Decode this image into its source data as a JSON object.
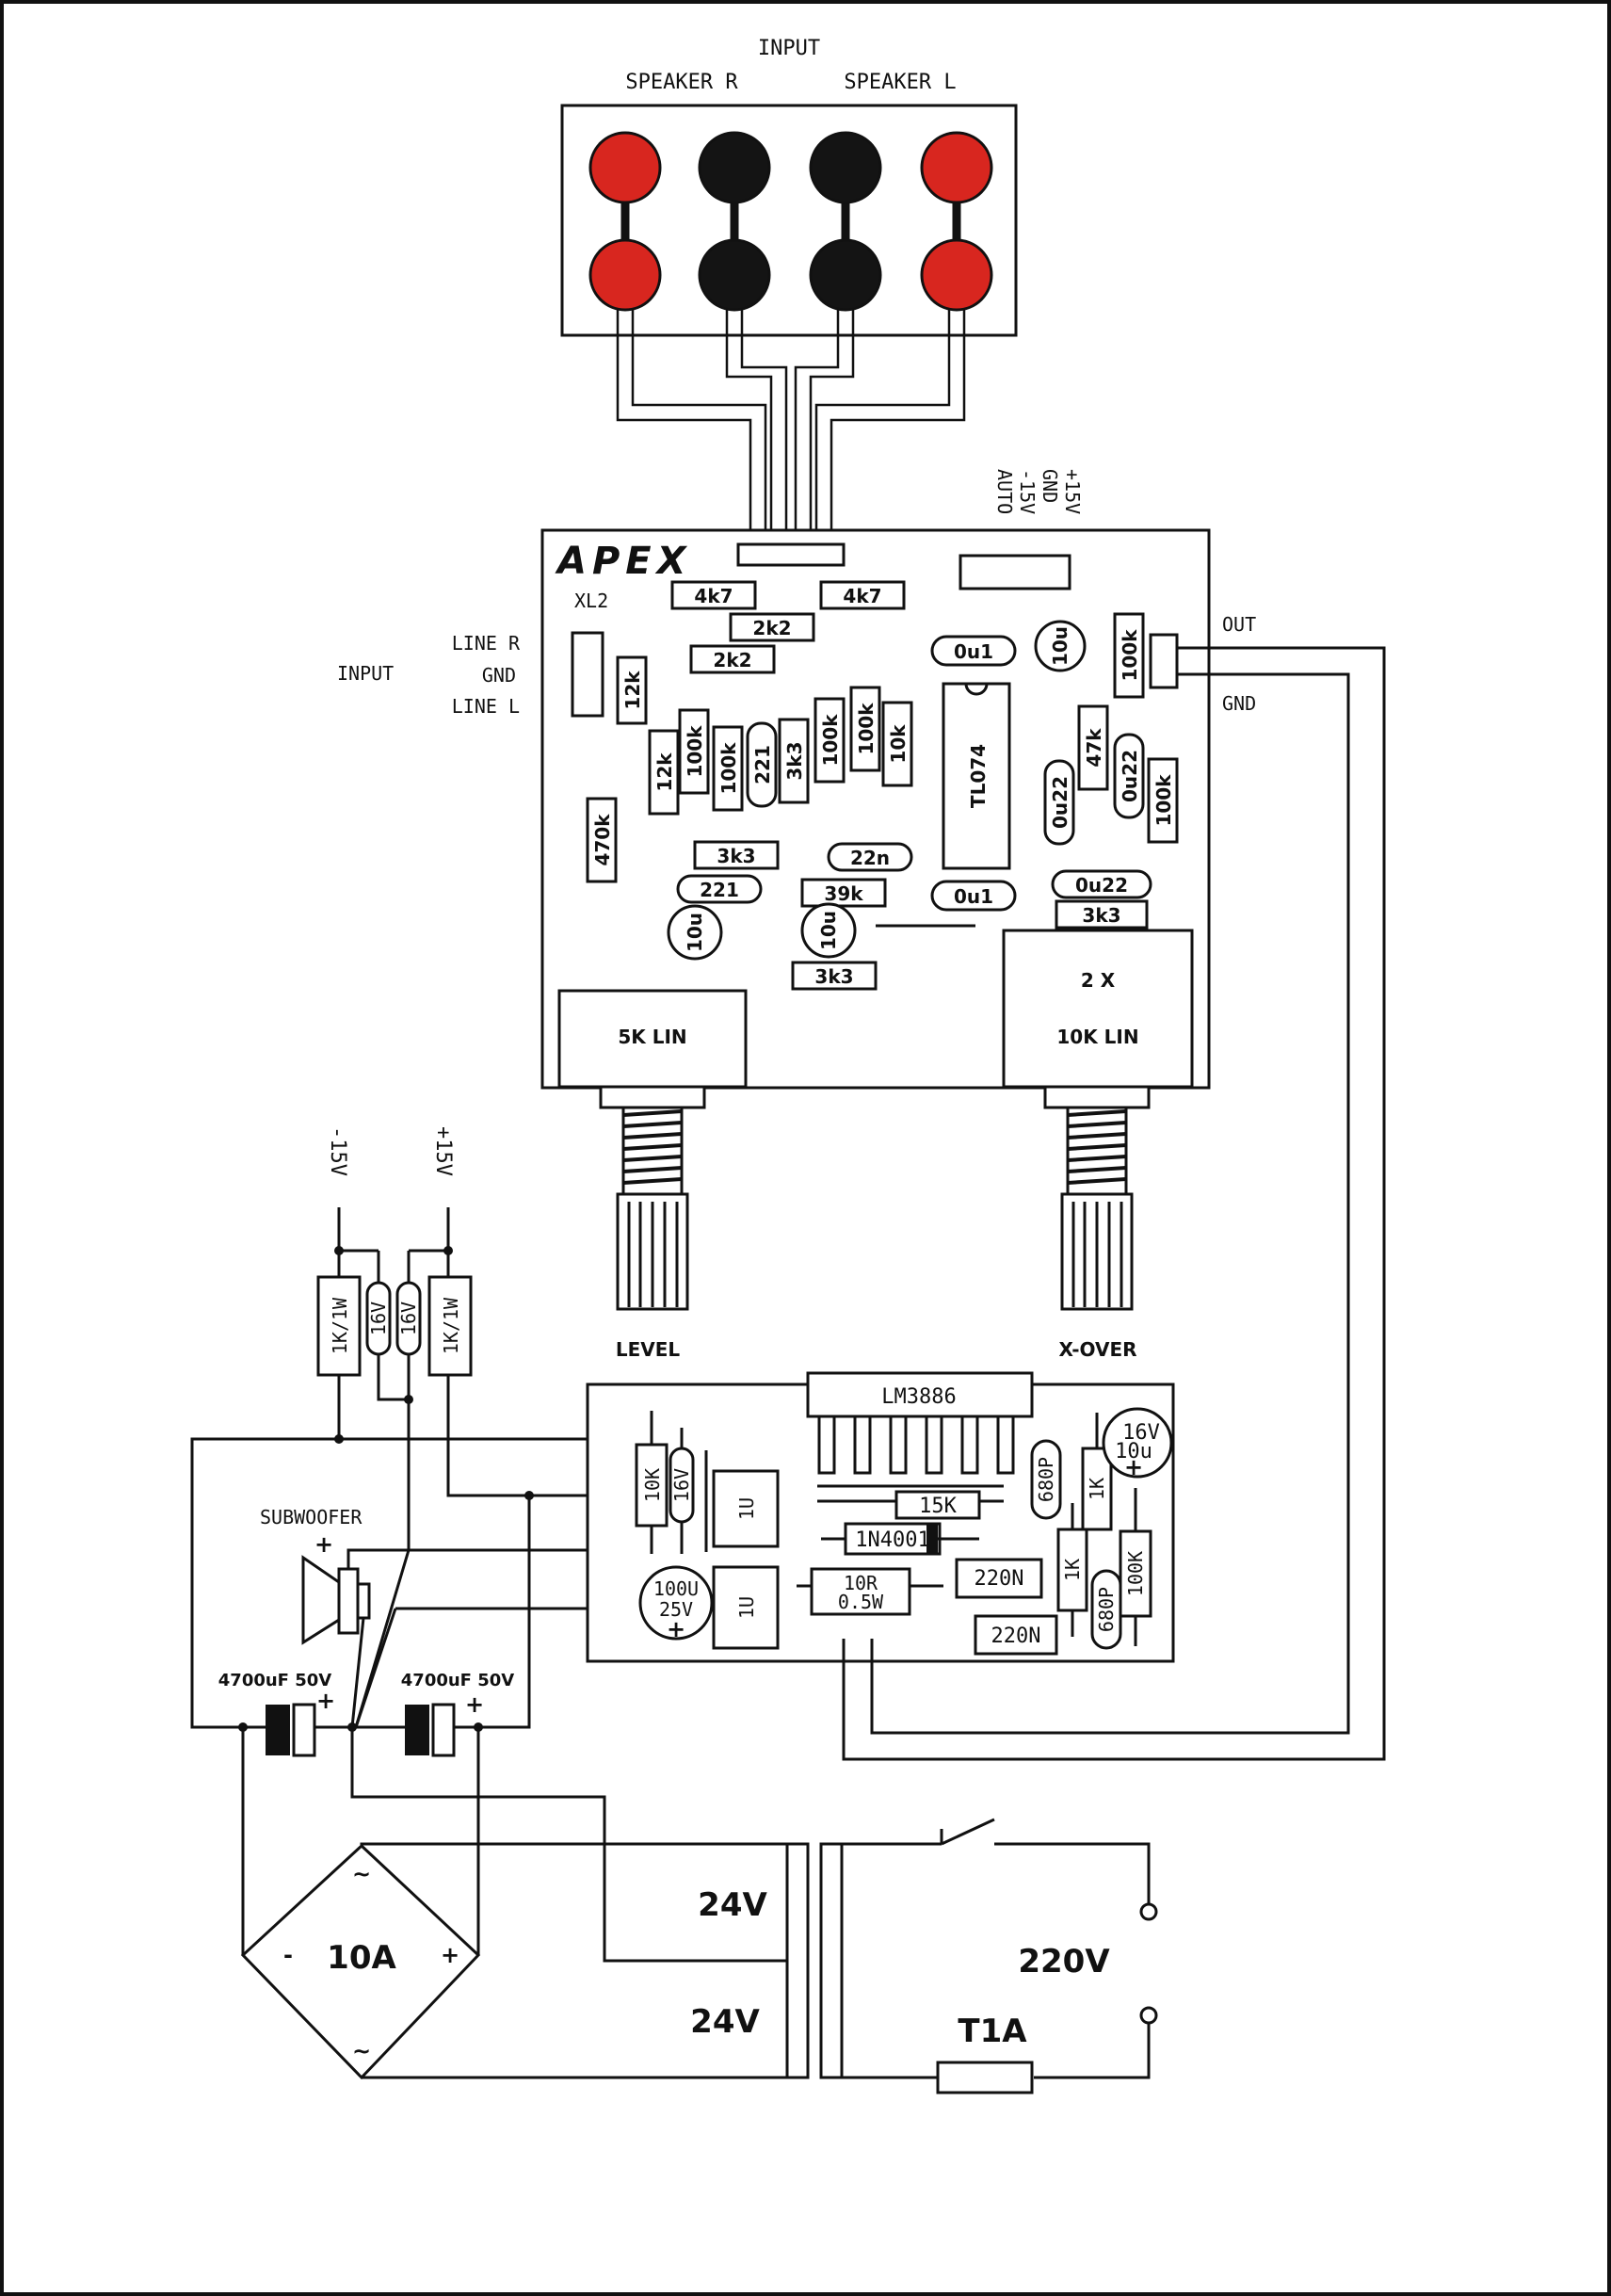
{
  "header": {
    "input_title": "INPUT",
    "speaker_r": "SPEAKER R",
    "speaker_l": "SPEAKER L"
  },
  "colors": {
    "red_terminal": "#d8261f",
    "black_terminal": "#141414",
    "line": "#111111"
  },
  "filter_board": {
    "brand": "APEX",
    "connector_labels": [
      "+15V",
      "GND",
      "-15V",
      "AUTO"
    ],
    "xl2": "XL2",
    "input_label": "INPUT",
    "line_r": "LINE R",
    "gnd": "GND",
    "line_l": "LINE L",
    "out": "OUT",
    "out_gnd": "GND",
    "ic": "TL074",
    "pot_level": "5K LIN",
    "pot_xover_top": "2 X",
    "pot_xover": "10K LIN",
    "level_label": "LEVEL",
    "xover_label": "X-OVER",
    "resistors": {
      "r_4k7_a": "4k7",
      "r_4k7_b": "4k7",
      "r_2k2_a": "2k2",
      "r_2k2_b": "2k2",
      "r_12k_a": "12k",
      "r_12k_b": "12k",
      "r_100k_a": "100k",
      "r_100k_b": "100k",
      "c_221_v": "221",
      "r_3k3_v": "3k3",
      "r_100k_c": "100k",
      "r_100k_d": "100k",
      "r_10k": "10k",
      "r_470k": "470k",
      "r_3k3_a": "3k3",
      "c_221_h": "221",
      "c_22n": "22n",
      "r_39k": "39k",
      "c_0u1_a": "0u1",
      "c_0u1_b": "0u1",
      "c_10u_a": "10u",
      "c_10u_b": "10u",
      "c_10u_c": "10u",
      "r_3k3_b": "3k3",
      "r_100k_e": "100k",
      "r_47k": "47k",
      "c_0u22_a": "0u22",
      "c_0u22_b": "0u22",
      "r_100k_f": "100k",
      "c_0u22_c": "0u22",
      "r_3k3_c": "3k3"
    }
  },
  "power_board": {
    "minus_15v": "-15V",
    "plus_15v": "+15V",
    "r_1k1w_a": "1K/1W",
    "r_1k1w_b": "1K/1W",
    "z_16v_a": "16V",
    "z_16v_b": "16V",
    "subwoofer": "SUBWOOFER",
    "plus": "+",
    "cap_a": "4700uF 50V",
    "cap_b": "4700uF 50V",
    "bridge": "10A",
    "bridge_minus": "-",
    "bridge_plus": "+",
    "bridge_ac": "~",
    "sec_a": "24V",
    "sec_b": "24V",
    "mains": "220V",
    "fuse": "T1A"
  },
  "amp_board": {
    "ic": "LM3886",
    "r_10k": "10K",
    "z_16v": "16V",
    "c_1u_a": "1U",
    "c_1u_b": "1U",
    "c_100u": "100U",
    "c_100u_v": "25V",
    "r_15k": "15K",
    "diode": "1N4001",
    "r_10r": "10R",
    "r_10r_w": "0.5W",
    "c_220n_a": "220N",
    "c_220n_b": "220N",
    "c_680p_a": "680P",
    "c_680p_b": "680P",
    "r_1k_a": "1K",
    "r_1k_b": "1K",
    "r_100k": "100K",
    "c_16v10u_v": "16V",
    "c_16v10u_c": "10u"
  }
}
